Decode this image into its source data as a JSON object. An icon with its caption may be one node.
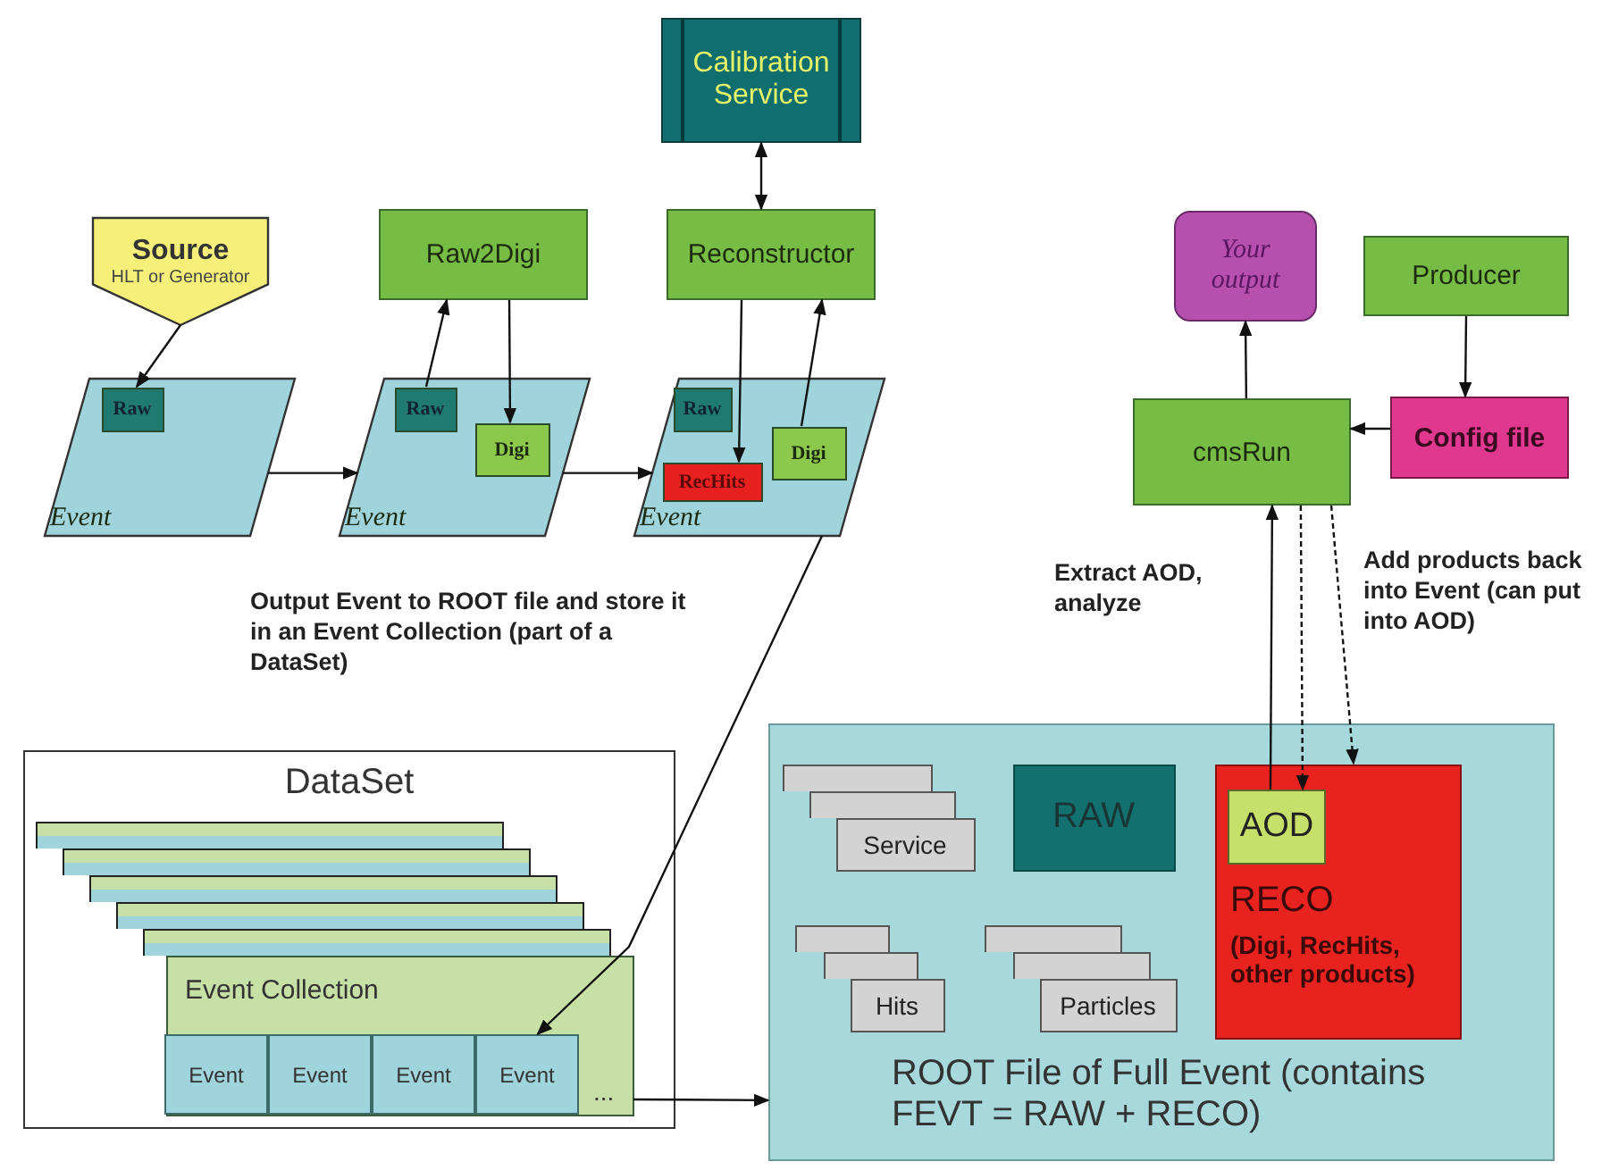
{
  "diagram": {
    "nodes": [
      {
        "text": [
          "Calibration Service"
        ]
      },
      {
        "text": [
          "Source",
          "HLT or Generator"
        ]
      },
      {
        "text": [
          "Raw2Digi"
        ]
      },
      {
        "text": [
          "Reconstructor"
        ]
      },
      {
        "text": [
          "Event"
        ]
      },
      {
        "text": [
          "Raw"
        ],
        "in": 4
      },
      {
        "text": [
          "Event"
        ]
      },
      {
        "text": [
          "Raw"
        ],
        "in": 6
      },
      {
        "text": [
          "Digi"
        ],
        "in": 6
      },
      {
        "text": [
          "Event"
        ]
      },
      {
        "text": [
          "Raw"
        ],
        "in": 9
      },
      {
        "text": [
          "RecHits"
        ],
        "in": 9
      },
      {
        "text": [
          "Digi"
        ],
        "in": 9
      },
      {
        "text": [
          "Your output"
        ]
      },
      {
        "text": [
          "Producer"
        ]
      },
      {
        "text": [
          "cmsRun"
        ]
      },
      {
        "text": [
          "Config file"
        ]
      },
      {
        "text": [
          "DataSet"
        ]
      },
      {
        "text": [],
        "shape": "box",
        "in": 17
      },
      {
        "text": [],
        "shape": "box",
        "in": 17
      },
      {
        "text": [],
        "shape": "box",
        "in": 17
      },
      {
        "text": [],
        "shape": "box",
        "in": 17
      },
      {
        "text": [],
        "shape": "box",
        "in": 17
      },
      {
        "text": [
          "Event Collection"
        ],
        "in": 17
      },
      {
        "text": [
          "Event"
        ],
        "in": 23
      },
      {
        "text": [
          "Event"
        ],
        "in": 23
      },
      {
        "text": [
          "Event"
        ],
        "in": 23
      },
      {
        "text": [
          "Event"
        ],
        "in": 23
      },
      {
        "text": [
          "ROOT File of Full Event (contains FEVT = RAW + RECO)"
        ]
      },
      {
        "text": [],
        "shape": "box",
        "in": 28
      },
      {
        "text": [],
        "shape": "box",
        "in": 28
      },
      {
        "text": [
          "Service"
        ],
        "in": 28
      },
      {
        "text": [
          "RAW"
        ],
        "in": 28
      },
      {
        "text": [
          "RECO",
          "(Digi, RecHits, other products)"
        ],
        "in": 28
      },
      {
        "text": [
          "AOD"
        ],
        "in": 33
      },
      {
        "text": [],
        "shape": "box",
        "in": 28
      },
      {
        "text": [],
        "shape": "box",
        "in": 28
      },
      {
        "text": [
          "Hits"
        ],
        "in": 28
      },
      {
        "text": [],
        "shape": "box",
        "in": 28
      },
      {
        "text": [],
        "shape": "box",
        "in": 28
      },
      {
        "text": [
          "Particles"
        ],
        "in": 28
      }
    ],
    "edges": [
      {
        "from": 1,
        "to": 5,
        "arrow": "to"
      },
      {
        "from": 7,
        "to": 2,
        "arrow": "to"
      },
      {
        "from": 2,
        "to": 8,
        "arrow": "to"
      },
      {
        "from": 4,
        "to": 6,
        "arrow": "to"
      },
      {
        "from": 6,
        "to": 9,
        "arrow": "to"
      },
      {
        "from": 0,
        "to": 3,
        "arrow": "both"
      },
      {
        "from": 3,
        "to": 11,
        "arrow": "to"
      },
      {
        "from": 12,
        "to": 3,
        "arrow": "to"
      },
      {
        "from": 9,
        "to": 27,
        "arrow": "to",
        "label": "Output Event to ROOT file and store it in an Event Collection (part of a DataSet)"
      },
      {
        "from": 23,
        "to": 28,
        "arrow": "to"
      },
      {
        "from": 15,
        "to": 13,
        "arrow": "to"
      },
      {
        "from": 14,
        "to": 16,
        "arrow": "to"
      },
      {
        "from": 16,
        "to": 15,
        "arrow": "to"
      },
      {
        "from": 34,
        "to": 15,
        "arrow": "to",
        "label": "Extract AOD, analyze"
      },
      {
        "from": 15,
        "to": 34,
        "arrow": "to",
        "style": "dashed",
        "label": "Add products back into Event (can put into AOD)"
      },
      {
        "from": 15,
        "to": 33,
        "arrow": "to",
        "style": "dashed"
      }
    ],
    "labels": [
      "..."
    ]
  }
}
